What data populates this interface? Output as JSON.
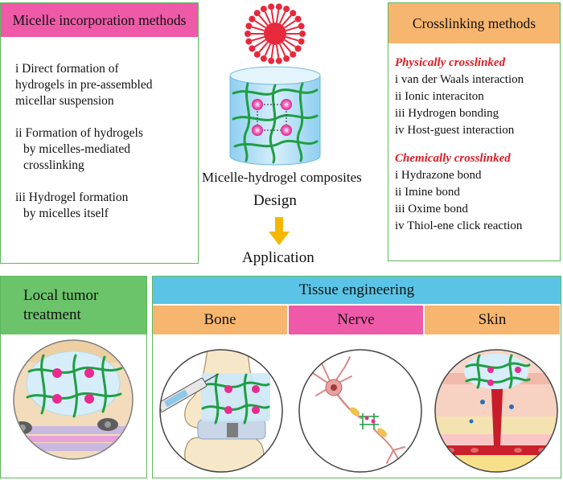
{
  "micelle_panel": {
    "title": "Micelle incorporation methods",
    "items": [
      {
        "lines": [
          "i  Direct formation of",
          "hydrogels in pre-assembled",
          "micellar suspension"
        ]
      },
      {
        "lines": [
          "ii Formation of hydrogels",
          "  by micelles-mediated",
          "  crosslinking"
        ]
      },
      {
        "lines": [
          "iii Hydrogel formation",
          "  by micelles itself"
        ]
      }
    ]
  },
  "crosslinking_panel": {
    "title": "Crosslinking methods",
    "physical": {
      "heading": "Physically crosslinked",
      "items": [
        "i van der Waals interaction",
        "ii Ionic interaciton",
        "iii Hydrogen bonding",
        "iv Host-guest interaction"
      ]
    },
    "chemical": {
      "heading": "Chemically crosslinked",
      "items": [
        "i  Hydrazone bond",
        "ii Imine bond",
        "iii Oxime bond",
        "iv Thiol-ene click reaction"
      ]
    }
  },
  "center": {
    "composite_label": "Micelle-hydrogel composites",
    "design_label": "Design",
    "application_label": "Application"
  },
  "local_tumor": {
    "title_line1": "Local tumor",
    "title_line2": "treatment"
  },
  "tissue": {
    "title": "Tissue engineering",
    "bone": "Bone",
    "nerve": "Nerve",
    "skin": "Skin"
  },
  "colors": {
    "pink_header": "#ee5aa8",
    "orange_header": "#f7b66f",
    "green_header": "#6cc46a",
    "blue_header": "#5bc4e6",
    "panel_border": "#5cb85c",
    "micelle_red": "#e8283c",
    "gel_green": "#20a84a",
    "gel_blue": "#bfe3f5",
    "arrow": "#f5b700"
  }
}
